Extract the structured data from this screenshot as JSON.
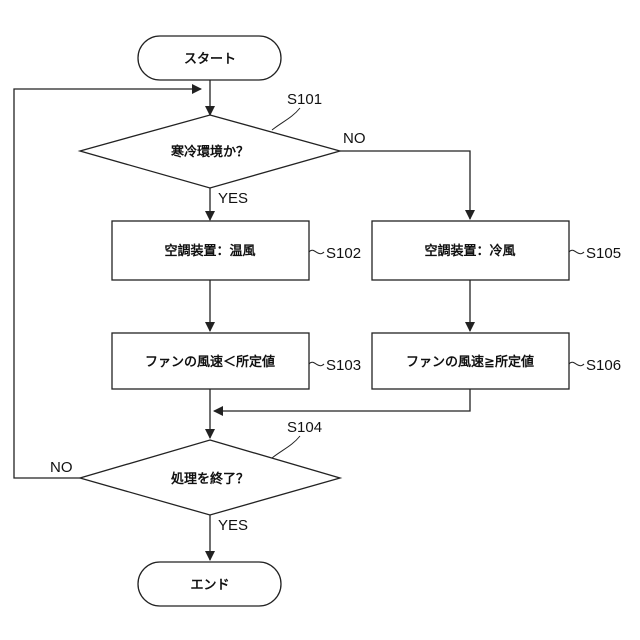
{
  "nodes": {
    "start": "スタート",
    "s101": "寒冷環境か？",
    "s102": "空調装置：温風",
    "s103": "ファンの風速＜所定値",
    "s104": "処理を終了？",
    "s105": "空調装置：冷風",
    "s106": "ファンの風速≧所定値",
    "end": "エンド"
  },
  "step_labels": {
    "s101": "S101",
    "s102": "S102",
    "s103": "S103",
    "s104": "S104",
    "s105": "S105",
    "s106": "S106"
  },
  "branch_labels": {
    "s101_yes": "YES",
    "s101_no": "NO",
    "s104_yes": "YES",
    "s104_no": "NO"
  }
}
